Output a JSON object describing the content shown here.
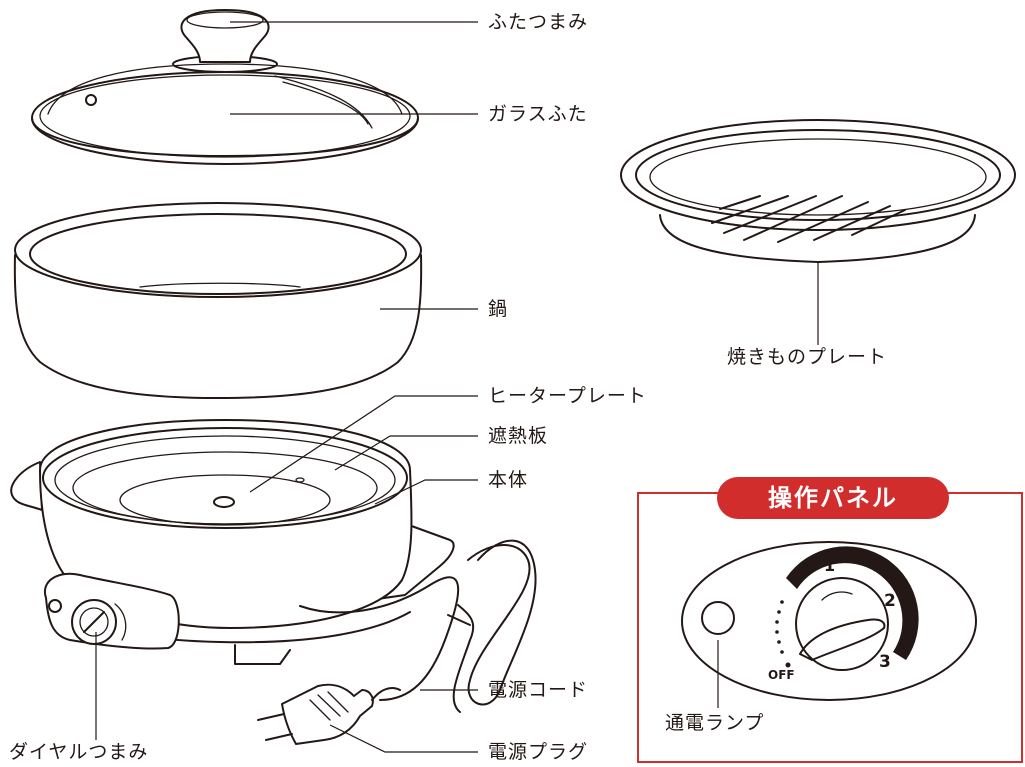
{
  "labels": {
    "lid_knob": "ふたつまみ",
    "glass_lid": "ガラスふた",
    "pot": "鍋",
    "grill_plate": "焼きものプレート",
    "heater_plate": "ヒータープレート",
    "heat_shield": "遮熱板",
    "main_body": "本体",
    "power_cord": "電源コード",
    "dial_knob": "ダイヤルつまみ",
    "power_plug": "電源プラグ",
    "power_lamp": "通電ランプ"
  },
  "panel": {
    "title": "操作パネル",
    "dial_marks": [
      "1",
      "2",
      "3",
      "OFF"
    ]
  },
  "colors": {
    "accent": "#d12d2d",
    "ink": "#231815"
  }
}
